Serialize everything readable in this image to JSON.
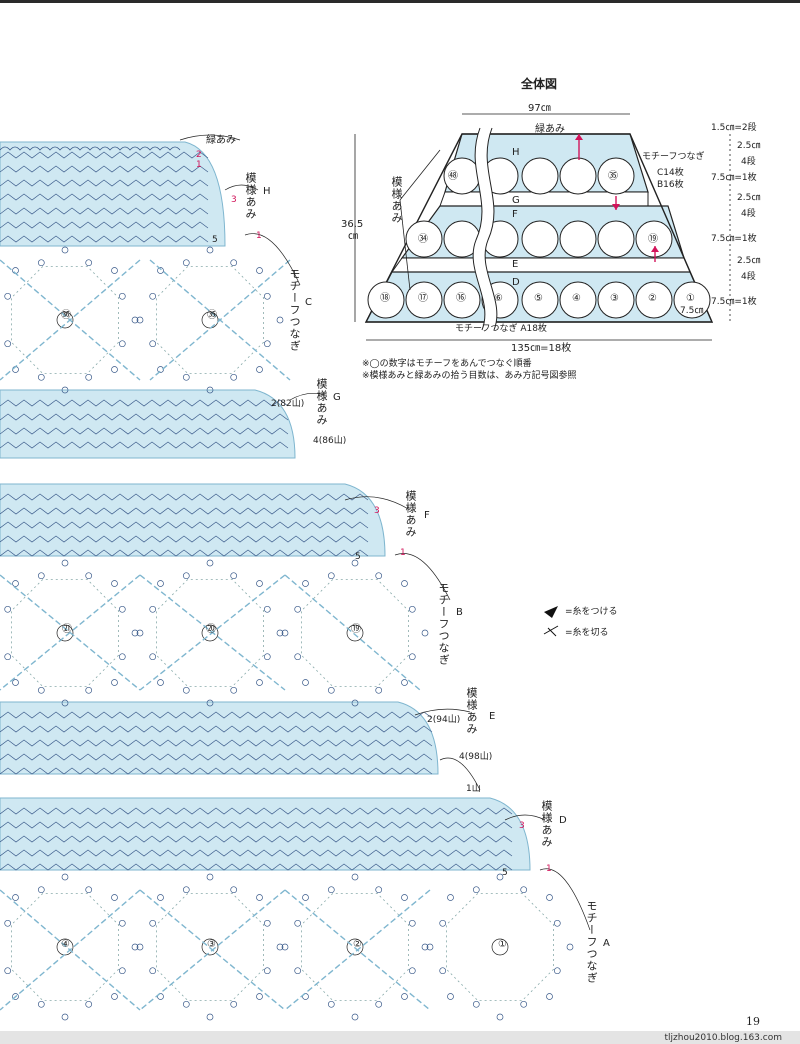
{
  "page": {
    "number": "19",
    "footer": "tljzhou2010.blog.163.com"
  },
  "overview": {
    "title": "全体図",
    "width_top": "97㎝",
    "height": "36.5",
    "height_unit": "㎝",
    "width_bottom": "135㎝=18枚",
    "edge_label": "緑あみ",
    "row_letters": [
      "H",
      "G",
      "F",
      "E",
      "D"
    ],
    "motif_connect_label": "モチーフつなぎ",
    "count_c": "C14枚",
    "count_b": "B16枚",
    "count_a": "モチーフつなぎ A18枚",
    "motif_size": "7.5㎝",
    "top_row_motifs": [
      "㊽",
      "㉟"
    ],
    "middle_row_motifs": [
      "㉞",
      "⑲"
    ],
    "bottom_row_motifs": [
      "⑱",
      "⑰",
      "⑯",
      "⑥",
      "⑤",
      "④",
      "③",
      "②",
      "①"
    ],
    "side_label": "模様あみ",
    "right_dims": [
      "1.5㎝=2段",
      "2.5㎝",
      "4段",
      "7.5㎝=1枚",
      "2.5㎝",
      "4段",
      "7.5㎝=1枚",
      "2.5㎝",
      "4段",
      "7.5㎝=1枚"
    ],
    "notes": [
      "※◯の数字はモチーフをあんでつなぐ順番",
      "※模様あみと緑あみの拾う目数は、あみ方記号図参照"
    ]
  },
  "legend": {
    "attach": "=糸をつける",
    "cut": "=糸を切る"
  },
  "chart": {
    "label_edge": "緑あみ",
    "label_pattern": "模様あみ",
    "label_motif": "モチーフつなぎ",
    "letters": [
      "H",
      "C",
      "G",
      "F",
      "B",
      "E",
      "D",
      "A"
    ],
    "motifs_c": [
      "㊱",
      "㉟"
    ],
    "motifs_b": [
      "㉑",
      "⑳",
      "⑲"
    ],
    "motifs_a": [
      "④",
      "③",
      "②",
      "①"
    ],
    "row_marks": {
      "h2": "2",
      "h1": "1",
      "h3": "3",
      "h5": "5",
      "h_1": "1",
      "g2": "2(82山)",
      "g4": "4(86山)",
      "f3": "3",
      "f5": "5",
      "f1": "1",
      "e2": "2(94山)",
      "e4": "4(98山)",
      "d_1san": "1山",
      "d3": "3",
      "d5": "5",
      "d1": "1"
    }
  },
  "colors": {
    "band": "#cfe8f2",
    "band_dark": "#7fb6cf",
    "stitch": "#3a5a8a",
    "accent": "#d2145a"
  }
}
